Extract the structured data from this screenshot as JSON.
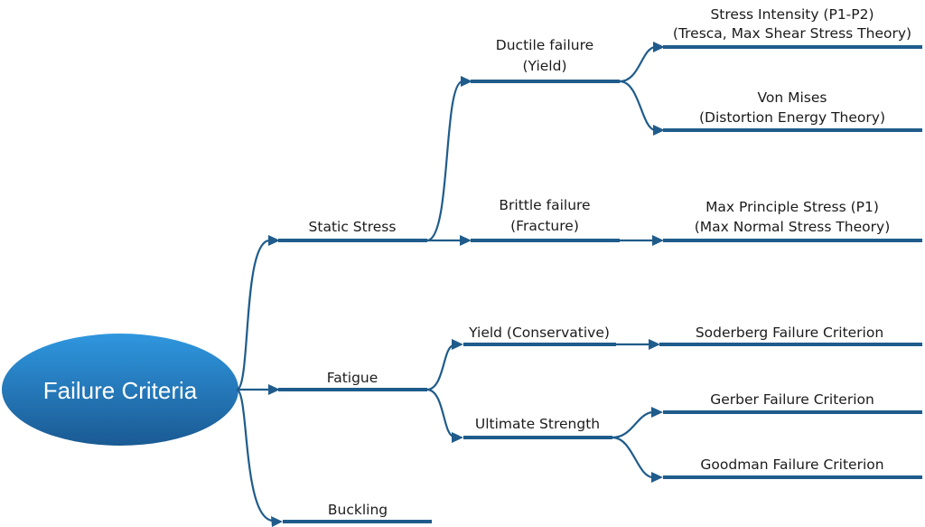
{
  "root": {
    "label": "Failure Criteria"
  },
  "branches": {
    "static_stress": "Static Stress",
    "fatigue": "Fatigue",
    "buckling": "Buckling"
  },
  "static": {
    "ductile": {
      "line1": "Ductile failure",
      "line2": "(Yield)"
    },
    "brittle": {
      "line1": "Brittle failure",
      "line2": "(Fracture)"
    }
  },
  "fatigue_children": {
    "yield": "Yield (Conservative)",
    "ultimate": "Ultimate Strength"
  },
  "leaves": {
    "stress_intensity": {
      "line1": "Stress Intensity (P1-P2)",
      "line2": "(Tresca, Max Shear Stress Theory)"
    },
    "von_mises": {
      "line1": "Von Mises",
      "line2": "(Distortion Energy Theory)"
    },
    "max_principle": {
      "line1": "Max Principle Stress (P1)",
      "line2": "(Max Normal Stress Theory)"
    },
    "soderberg": "Soderberg Failure Criterion",
    "gerber": "Gerber Failure Criterion",
    "goodman": "Goodman Failure Criterion"
  },
  "colors": {
    "line": "#1f5c8b",
    "root_fill_top": "#2b8fd6",
    "root_fill_bottom": "#1c5f98",
    "root_text": "#ffffff"
  }
}
